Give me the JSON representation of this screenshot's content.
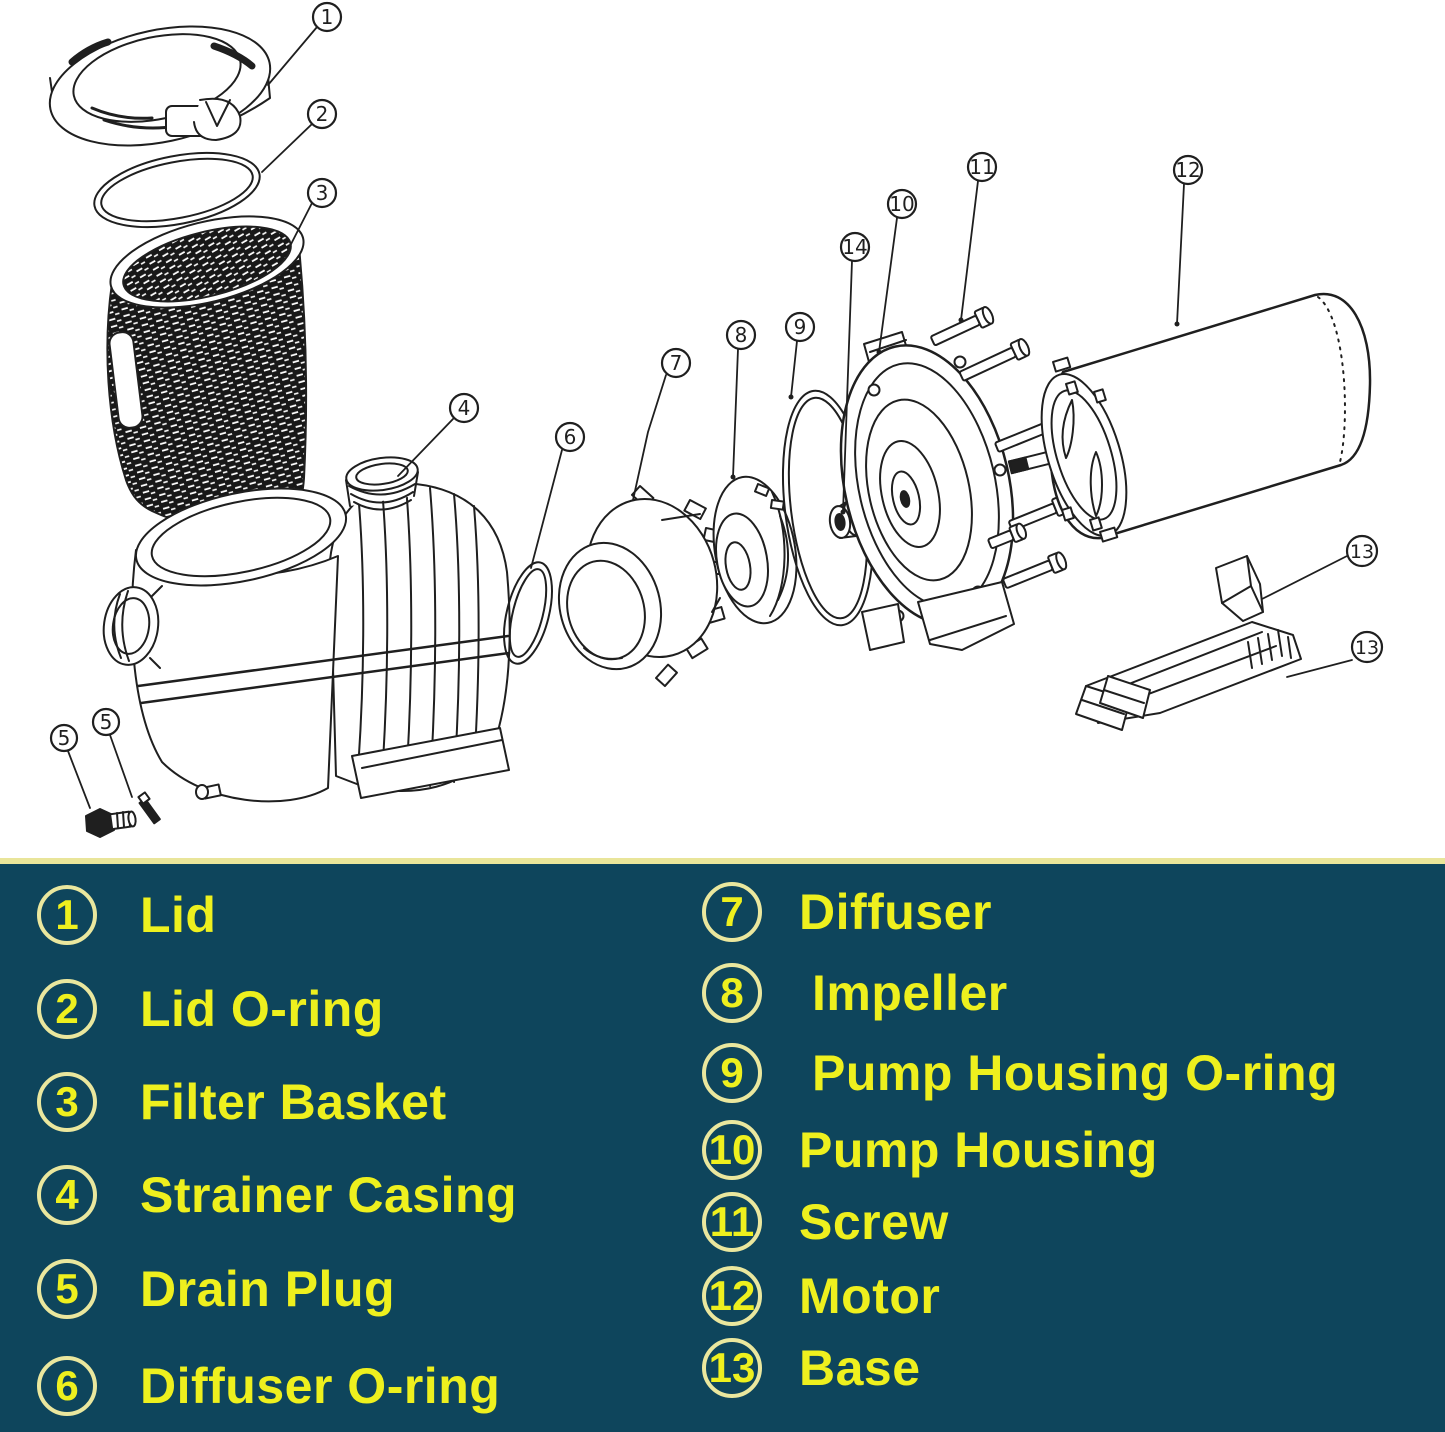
{
  "colors": {
    "page_bg": "#ffffff",
    "panel_bg": "#0e455c",
    "divider": "#e9e59a",
    "legend_text": "#eef01e",
    "legend_circle": "#eae79e",
    "line_art": "#1f1f1f"
  },
  "legend": {
    "left": [
      {
        "num": "1",
        "label": "Lid"
      },
      {
        "num": "2",
        "label": "Lid O-ring"
      },
      {
        "num": "3",
        "label": "Filter Basket"
      },
      {
        "num": "4",
        "label": "Strainer Casing"
      },
      {
        "num": "5",
        "label": "Drain Plug"
      },
      {
        "num": "6",
        "label": "Diffuser O-ring"
      }
    ],
    "right": [
      {
        "num": "7",
        "label": "Diffuser"
      },
      {
        "num": "8",
        "label": "Impeller"
      },
      {
        "num": "9",
        "label": "Pump Housing O-ring"
      },
      {
        "num": "10",
        "label": "Pump Housing"
      },
      {
        "num": "11",
        "label": "Screw"
      },
      {
        "num": "12",
        "label": "Motor"
      },
      {
        "num": "13",
        "label": "Base"
      }
    ]
  },
  "diagram": {
    "callouts": [
      {
        "label": "1"
      },
      {
        "label": "2"
      },
      {
        "label": "3"
      },
      {
        "label": "4"
      },
      {
        "label": "5"
      },
      {
        "label": "5"
      },
      {
        "label": "6"
      },
      {
        "label": "7"
      },
      {
        "label": "8"
      },
      {
        "label": "9"
      },
      {
        "label": "14"
      },
      {
        "label": "10"
      },
      {
        "label": "11"
      },
      {
        "label": "12"
      },
      {
        "label": "13"
      },
      {
        "label": "13"
      }
    ]
  }
}
